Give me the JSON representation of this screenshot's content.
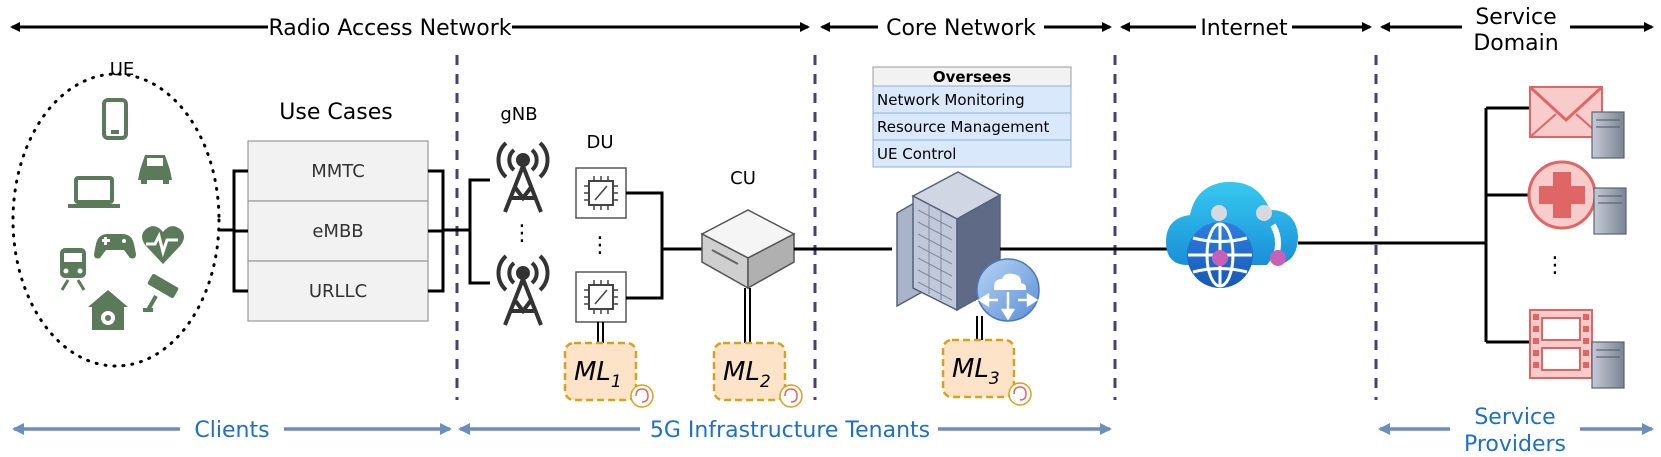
{
  "sections": {
    "ran": "Radio Access Network",
    "core": "Core Network",
    "internet": "Internet",
    "service_line1": "Service",
    "service_line2": "Domain"
  },
  "bottom": {
    "clients": "Clients",
    "tenants": "5G Infrastructure Tenants",
    "providers_line1": "Service",
    "providers_line2": "Providers"
  },
  "labels": {
    "ue": "UE",
    "use_cases": "Use Cases",
    "gnb": "gNB",
    "du": "DU",
    "cu": "CU",
    "ellipsis": "⋮"
  },
  "use_cases": [
    "MMTC",
    "eMBB",
    "URLLC"
  ],
  "oversees": {
    "title": "Oversees",
    "items": [
      "Network Monitoring",
      "Resource Management",
      "UE Control"
    ]
  },
  "ml": [
    {
      "base": "ML",
      "sub": "1"
    },
    {
      "base": "ML",
      "sub": "2"
    },
    {
      "base": "ML",
      "sub": "3"
    }
  ],
  "colors": {
    "arrow_blue": "#6c8ebf",
    "text_blue": "#1f6fc5",
    "ue_icon_green": "#5a7a5a",
    "divider": "#4a3d7a",
    "ml_fill": "#fde3c8",
    "ml_border": "#d6a21e",
    "oversees_fill": "#dae8fc",
    "service_red": "#e06666"
  }
}
